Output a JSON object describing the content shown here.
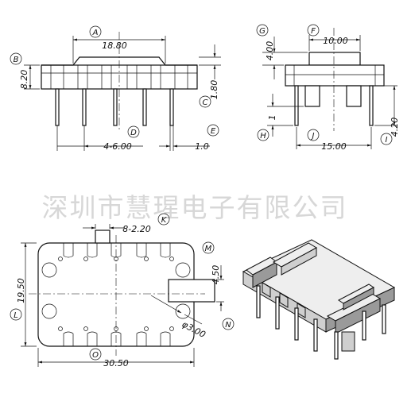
{
  "watermark": "深圳市慧瑆电子有限公司",
  "front_view": {
    "dim_a": "18.80",
    "dim_b": "8.20",
    "dim_c": "1.80",
    "dim_d": "4-6.00",
    "dim_e": "1.0",
    "labels": {
      "a": "A",
      "b": "B",
      "c": "C",
      "d": "D",
      "e": "E"
    }
  },
  "side_view": {
    "dim_f": "10.00",
    "dim_g": "4.00",
    "dim_h": "1",
    "dim_i": "4.20",
    "dim_j": "15.00",
    "labels": {
      "f": "F",
      "g": "G",
      "h": "H",
      "i": "I",
      "j": "J"
    }
  },
  "top_view": {
    "dim_k": "8-2.20",
    "dim_l": "19.50",
    "dim_m": "4.50",
    "dim_n": "φ3.00",
    "dim_o": "30.50",
    "labels": {
      "k": "K",
      "l": "L",
      "m": "M",
      "n": "N",
      "o": "O"
    }
  }
}
